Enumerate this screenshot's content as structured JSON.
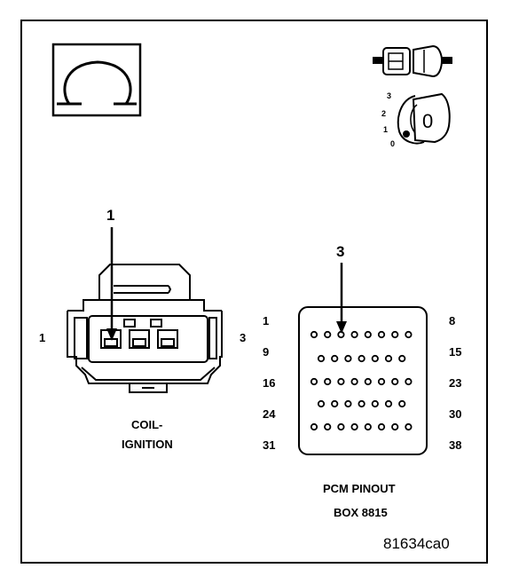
{
  "ohmmeter_icon": "ohm-symbol-icon",
  "connector_icon": "disconnected-connector-icon",
  "ignition_icon": "ignition-key-off-icon",
  "ignition_positions": [
    "3",
    "2",
    "1",
    "0"
  ],
  "ignition_key_label": "0",
  "coil": {
    "callout": "1",
    "pin_left": "1",
    "pin_right": "3",
    "caption_line1": "COIL-",
    "caption_line2": "IGNITION"
  },
  "pcm": {
    "callout": "3",
    "pin_labels_left": [
      "1",
      "9",
      "16",
      "24",
      "31"
    ],
    "pin_labels_right": [
      "8",
      "15",
      "23",
      "30",
      "38"
    ],
    "row_counts": [
      8,
      7,
      8,
      7,
      8
    ],
    "caption_line1": "PCM PINOUT",
    "caption_line2": "BOX 8815"
  },
  "figure_id": "81634ca0"
}
